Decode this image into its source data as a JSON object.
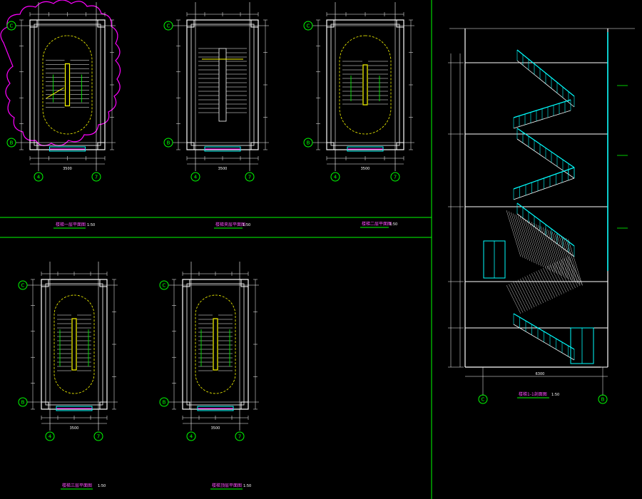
{
  "colors": {
    "background": "#000000",
    "wall": "#ffffff",
    "dim": "#ffffff",
    "green": "#00ff00",
    "cyan": "#00ffff",
    "magenta": "#ff00ff",
    "yellow": "#ffff00"
  },
  "axis_labels": {
    "c": "C",
    "b": "B",
    "four": "4",
    "seven": "7"
  },
  "plan_titles": {
    "p1": "楼梯一层平面图",
    "p2": "楼梯夹层平面图",
    "p3": "楼梯二层平面图",
    "p4": "楼梯三层平面图",
    "p5": "楼梯顶层平面图",
    "section": "楼梯1-1剖面图"
  },
  "scales": {
    "p1": "1:50",
    "p2": "1:50",
    "p3": "1:50",
    "p4": "1:50",
    "p5": "1:50",
    "section": "1:50"
  },
  "dim_text": {
    "width": "3500",
    "section_width": "6300"
  }
}
